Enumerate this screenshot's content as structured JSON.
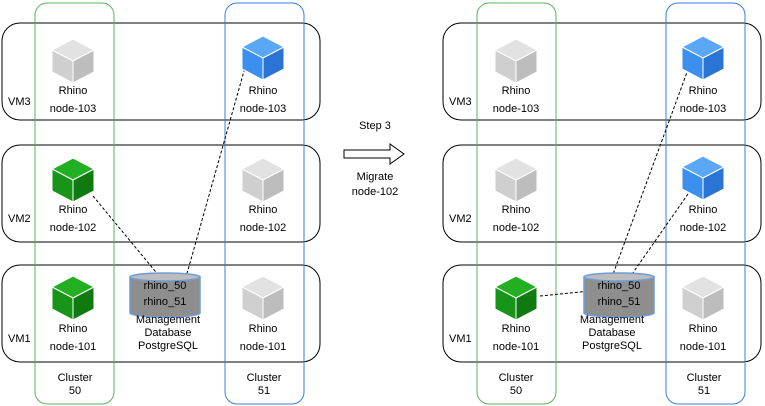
{
  "colors": {
    "green": "#1a9b1a",
    "green_dark": "#0b6a0b",
    "blue": "#3a8fef",
    "blue_dark": "#1a62c4",
    "gray": "#d0d0d0",
    "gray_dark": "#a8a8a8",
    "cluster50_border": "#58b558",
    "cluster51_border": "#3a7ee0",
    "db_fill": "#8e8e8e",
    "db_top": "#bdbdbd",
    "db_outline": "#6e9bd8"
  },
  "before": {
    "vm_labels": {
      "vm3": "VM3",
      "vm2": "VM2",
      "vm1": "VM1"
    },
    "cluster50": {
      "title": "Cluster",
      "number": "50"
    },
    "cluster51": {
      "title": "Cluster",
      "number": "51"
    },
    "nodes": {
      "c50_vm3": {
        "name": "Rhino",
        "id": "node-103",
        "color": "gray"
      },
      "c50_vm2": {
        "name": "Rhino",
        "id": "node-102",
        "color": "green"
      },
      "c50_vm1": {
        "name": "Rhino",
        "id": "node-101",
        "color": "green"
      },
      "c51_vm3": {
        "name": "Rhino",
        "id": "node-103",
        "color": "blue"
      },
      "c51_vm2": {
        "name": "Rhino",
        "id": "node-102",
        "color": "gray"
      },
      "c51_vm1": {
        "name": "Rhino",
        "id": "node-101",
        "color": "gray"
      }
    },
    "database": {
      "schema1": "rhino_50",
      "schema2": "rhino_51",
      "caption1": "Management",
      "caption2": "Database",
      "caption3": "PostgreSQL"
    }
  },
  "step": {
    "title": "Step 3",
    "action1": "Migrate",
    "action2": "node-102"
  },
  "after": {
    "vm_labels": {
      "vm3": "VM3",
      "vm2": "VM2",
      "vm1": "VM1"
    },
    "cluster50": {
      "title": "Cluster",
      "number": "50"
    },
    "cluster51": {
      "title": "Cluster",
      "number": "51"
    },
    "nodes": {
      "c50_vm3": {
        "name": "Rhino",
        "id": "node-103",
        "color": "gray"
      },
      "c50_vm2": {
        "name": "Rhino",
        "id": "node-102",
        "color": "gray"
      },
      "c50_vm1": {
        "name": "Rhino",
        "id": "node-101",
        "color": "green"
      },
      "c51_vm3": {
        "name": "Rhino",
        "id": "node-103",
        "color": "blue"
      },
      "c51_vm2": {
        "name": "Rhino",
        "id": "node-102",
        "color": "blue"
      },
      "c51_vm1": {
        "name": "Rhino",
        "id": "node-101",
        "color": "gray"
      }
    },
    "database": {
      "schema1": "rhino_50",
      "schema2": "rhino_51",
      "caption1": "Management",
      "caption2": "Database",
      "caption3": "PostgreSQL"
    }
  }
}
